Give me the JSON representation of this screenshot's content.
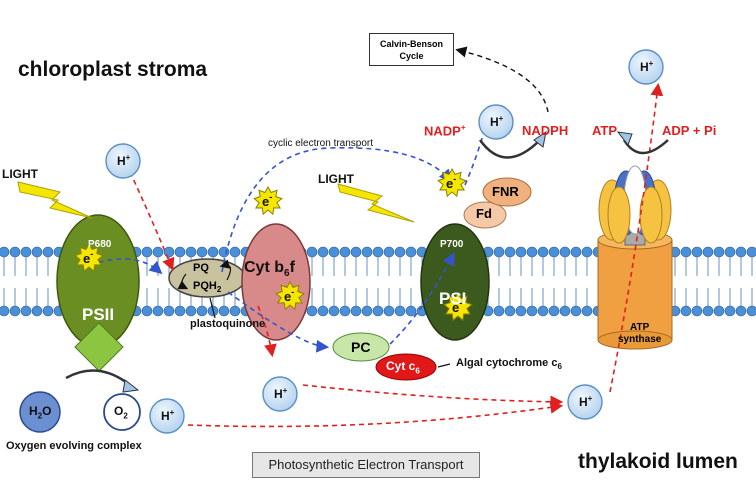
{
  "regions": {
    "stroma": "chloroplast stroma",
    "lumen": "thylakoid lumen"
  },
  "caption": "Photosynthetic Electron Transport",
  "light": [
    "LIGHT",
    "LIGHT"
  ],
  "complexes": {
    "psii": {
      "name": "PSII",
      "center": "P680"
    },
    "psi": {
      "name": "PSI",
      "center": "P700"
    },
    "cyt": {
      "name": "Cyt b",
      "sub": "6",
      "suffix": "f"
    },
    "pq": {
      "pq": "PQ",
      "pqh": "PQH",
      "pqh_sub": "2",
      "label": "plastoquinone"
    },
    "pc": "PC",
    "cytc6": {
      "name": "Cyt c",
      "sub": "6",
      "label": "Algal cytochrome c",
      "label_sub": "6"
    },
    "fd": "Fd",
    "fnr": "FNR",
    "atp_synthase": [
      "ATP",
      "synthase"
    ],
    "oec": "Oxygen evolving complex"
  },
  "molecules": {
    "h2o": {
      "main": "H",
      "sub": "2",
      "tail": "O"
    },
    "o2": {
      "main": "O",
      "sub": "2"
    },
    "hplus": "H",
    "hplus_sup": "+",
    "electron": "e",
    "electron_sup": "-"
  },
  "reactions": {
    "nadp": "NADP",
    "nadp_sup": "+",
    "nadph": "NADPH",
    "atp": "ATP",
    "adp_pi": "ADP + Pi",
    "cyclic": "cyclic electron transport",
    "calvin": [
      "Calvin-Benson",
      "Cycle"
    ]
  },
  "colors": {
    "membrane_head": "#4a90d9",
    "psii": "#6b8e23",
    "psi": "#3d5a1e",
    "cyt": "#d88a8a",
    "pq": "#c8c29e",
    "pc": "#c8e6a8",
    "cytc6": "#e01818",
    "fd": "#f5c9a8",
    "fnr": "#f0b080",
    "atp_synthase": "#f0a040",
    "h_ion": "#cde3f5",
    "electron_star": "#f5e600",
    "red_arrow": "#e02020",
    "blue_arrow": "#3355cc"
  }
}
